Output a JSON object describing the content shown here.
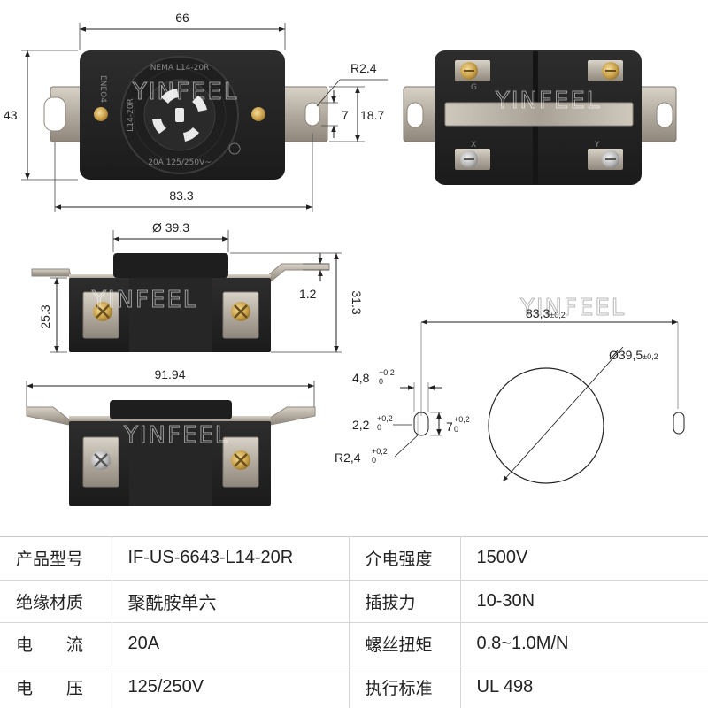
{
  "watermark": "YINFEEL",
  "dimensions": {
    "width_66": "66",
    "height_43": "43",
    "hole_r": "R2.4",
    "slot_7": "7",
    "height_18_7": "18.7",
    "length_83_3": "83.3",
    "dia_39_3": "Ø 39.3",
    "height_25_3": "25.3",
    "height_1_2": "1.2",
    "height_31_3": "31.3",
    "length_91_94": "91.94"
  },
  "socket_face": {
    "ring_text_top": "NEMA L14-20R",
    "ring_text_bottom": "20A 125/250V~",
    "ring_text_left": "L14-20R",
    "side_text": "ENEO4"
  },
  "terminals": {
    "g": "G",
    "x": "X",
    "y": "Y"
  },
  "cutout": {
    "spacing": "83,3",
    "spacing_tol": "±0,2",
    "circle": "Ø39,5",
    "circle_tol": "±0,2",
    "slot_width": "4,8",
    "slot_width_tol": "+0,2",
    "slot_width_tol_low": "0",
    "slot_w2": "2,2",
    "slot_w2_tol": "+0,2",
    "slot_w2_tol_low": "0",
    "slot_height": "7",
    "slot_height_tol": "+0,2",
    "slot_height_tol_low": "0",
    "slot_r": "R2,4",
    "slot_r_tol": "+0,2",
    "slot_r_tol_low": "0"
  },
  "specs": [
    {
      "label1": "产品型号",
      "value1": "IF-US-6643-L14-20R",
      "label2": "介电强度",
      "value2": "1500V"
    },
    {
      "label1": "绝缘材质",
      "value1": "聚酰胺单六",
      "label2": "插拔力",
      "value2": "10-30N"
    },
    {
      "label1": "电　　流",
      "value1": "20A",
      "label2": "螺丝扭矩",
      "value2": "0.8~1.0M/N"
    },
    {
      "label1": "电　　压",
      "value1": "125/250V",
      "label2": "执行标准",
      "value2": "UL 498"
    }
  ]
}
